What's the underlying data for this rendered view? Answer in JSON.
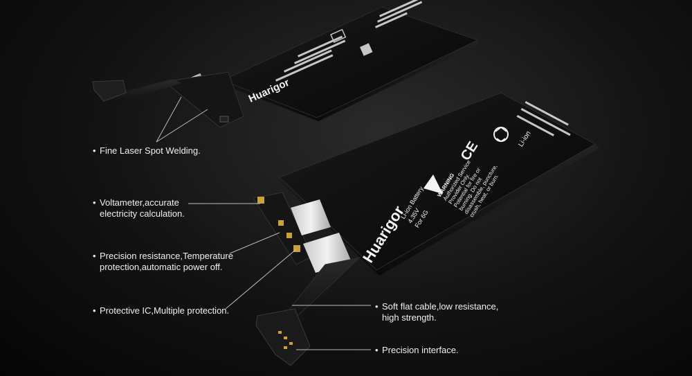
{
  "callouts": {
    "laser_welding": {
      "line1": "Fine Laser Spot Welding."
    },
    "voltameter": {
      "line1": "Voltameter,accurate",
      "line2": "electricity calculation."
    },
    "precision_resistance": {
      "line1": "Precision resistance,Temperature",
      "line2": "protection,automatic power off."
    },
    "protective_ic": {
      "line1": "Protective IC,Multiple protection."
    },
    "flat_cable": {
      "line1": "Soft flat cable,low resistance,",
      "line2": "high strength."
    },
    "interface": {
      "line1": "Precision interface."
    }
  },
  "battery_label": {
    "brand": "Huarigor",
    "type": "Li-ion Battery",
    "voltage": "4.35V",
    "model": "For 6G",
    "warning_title": "WARNING",
    "warning_lines": [
      "Authorized Service",
      "Provider Only.",
      "Potential for fire or",
      "burning. Do not",
      "disassemble, puncture,",
      "crush, heat, or burn."
    ],
    "ce_mark": "CE",
    "recycle_mark": "Li-ion"
  },
  "colors": {
    "background": "#0d0d0d",
    "battery_body": "#0b0b0b",
    "label_white": "#f4f4f4",
    "callout_line": "#bdbdbd",
    "flex_cable": "#1c1c1c"
  }
}
